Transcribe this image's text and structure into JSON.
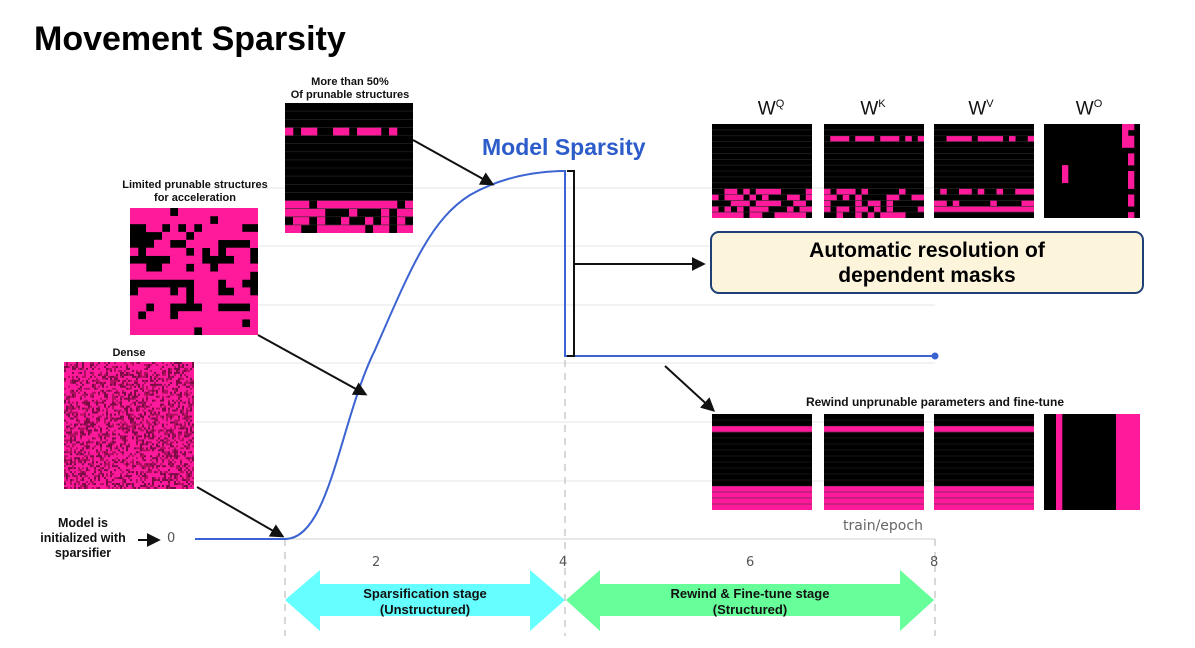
{
  "title": "Movement Sparsity",
  "sparsity_label": "Model Sparsity",
  "captions": {
    "dense": "Dense",
    "limited_line1": "Limited prunable structures",
    "limited_line2": "for acceleration",
    "more_line1": "More than 50%",
    "more_line2": "Of prunable structures",
    "rewind": "Rewind unprunable parameters and fine-tune"
  },
  "init_label": {
    "line1": "Model is",
    "line2": "initialized with",
    "line3": "sparsifier"
  },
  "resolution_box": {
    "line1": "Automatic resolution of",
    "line2": "dependent masks"
  },
  "weights": [
    {
      "base": "W",
      "sup": "Q"
    },
    {
      "base": "W",
      "sup": "K"
    },
    {
      "base": "W",
      "sup": "V"
    },
    {
      "base": "W",
      "sup": "O"
    }
  ],
  "axis": {
    "name": "train/epoch",
    "y_zero": "0",
    "ticks": [
      "2",
      "4",
      "6",
      "8"
    ]
  },
  "stages": [
    {
      "line1": "Sparsification stage",
      "line2": "(Unstructured)",
      "color": "#66ffff"
    },
    {
      "line1": "Rewind & Fine-tune stage",
      "line2": "(Structured)",
      "color": "#66ff99"
    }
  ],
  "colors": {
    "curve": "#3b63d1",
    "mask_on": "#ff1a9c",
    "mask_off": "#000000",
    "box_border": "#1f3f77",
    "box_fill": "#fdf4dc"
  }
}
